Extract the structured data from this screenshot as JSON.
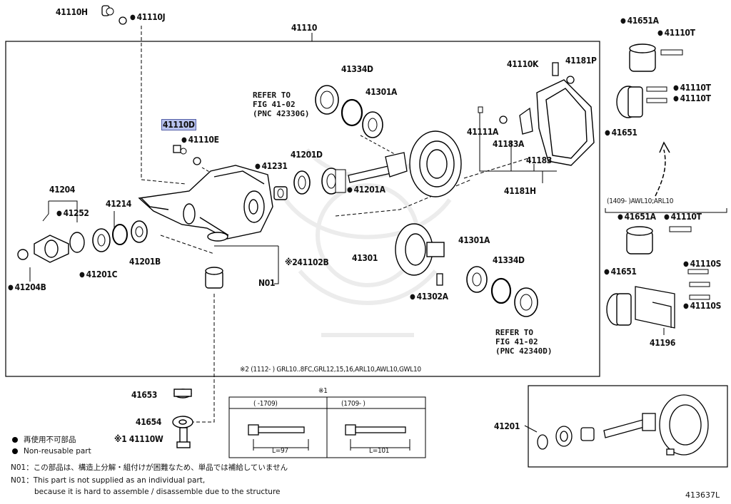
{
  "labels": {
    "p41110H": "41110H",
    "p41110J": "41110J",
    "p41110": "41110",
    "p41110D": "41110D",
    "p41110E": "41110E",
    "p41231": "41231",
    "p41201D": "41201D",
    "p41201A_top": "41201A",
    "p41334D_top": "41334D",
    "p41301A_top": "41301A",
    "refer_top": "REFER TO\nFIG 41-02\n(PNC 42330G)",
    "p41110K": "41110K",
    "p41181P": "41181P",
    "p41111A": "41111A",
    "p41183A": "41183A",
    "p41183": "41183",
    "p41181H": "41181H",
    "p41204": "41204",
    "p41252": "41252",
    "p41214": "41214",
    "p41204B": "41204B",
    "p41201C": "41201C",
    "p41201B": "41201B",
    "p41102B": "※241102B",
    "pN01": "N01",
    "p41301": "41301",
    "p41301A_bot": "41301A",
    "p41334D_bot": "41334D",
    "p41302A": "41302A",
    "refer_bot": "REFER TO\nFIG 41-02\n(PNC 42340D)",
    "p41651A_top": "41651A",
    "p41110T_top": "41110T",
    "p41110T_r1": "41110T",
    "p41110T_r2": "41110T",
    "p41651_top": "41651",
    "subhead": "(1409-      )AWL10;ARL10",
    "p41651A_bot": "41651A",
    "p41110T_bot": "41110T",
    "p41651_bot": "41651",
    "p41110S_1": "41110S",
    "p41110S_2": "41110S",
    "p41196": "41196",
    "note_x2": "※2 (1112-      ) GRL10..8FC,GRL12,15,16,ARL10,AWL10,GWL10",
    "p41653": "41653",
    "p41654": "41654",
    "p41110W": "※1 41110W",
    "p41201": "41201",
    "bolt_table_title": "※1",
    "bolt_col1": "(      -1709)",
    "bolt_col2": "(1709-      )",
    "bolt_len1": "L=97",
    "bolt_len2": "L=101",
    "legend_jp": "再使用不可部品",
    "legend_en": "Non-reusable part",
    "n01_jp": "N01：この部品は、構造上分解・組付けが困難なため、単品では補給していません",
    "n01_en1": "N01：This part is not supplied as an individual part,",
    "n01_en2": "because it is hard to assemble / disassemble due to the structure",
    "fig_no": "413637L"
  },
  "colors": {
    "line": "#000000",
    "highlight_bg": "#b9c3ee",
    "highlight_border": "#5560a8",
    "watermark": "#ededed"
  }
}
